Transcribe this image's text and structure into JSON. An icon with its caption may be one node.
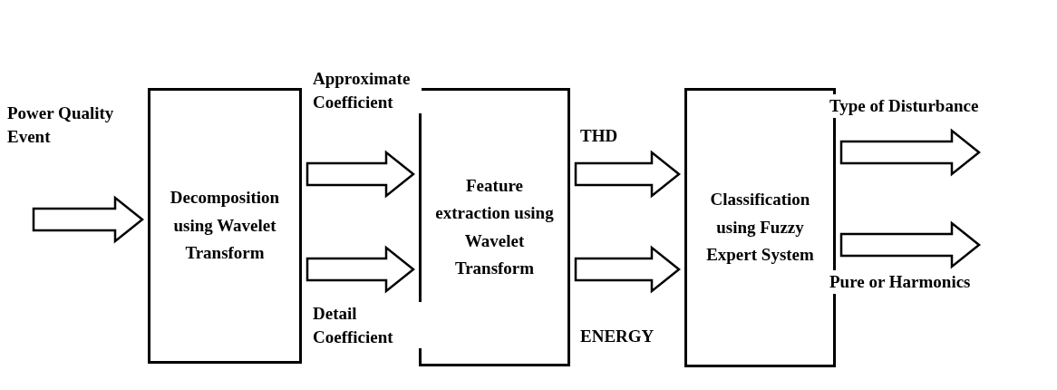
{
  "diagram": {
    "nodes": [
      {
        "text": [
          "Decomposition using Wavelet Transform"
        ]
      },
      {
        "text": [
          "Feature extraction using Wavelet Transform"
        ]
      },
      {
        "text": [
          "Classification using Fuzzy Expert System"
        ]
      }
    ],
    "edges": [
      {
        "from": null,
        "to": 0,
        "arrow": "to",
        "label": "Power Quality Event"
      },
      {
        "from": 0,
        "to": 1,
        "arrow": "to",
        "label": "Approximate Coefficient"
      },
      {
        "from": 0,
        "to": 1,
        "arrow": "to",
        "label": "Detail Coefficient"
      },
      {
        "from": 1,
        "to": 2,
        "arrow": "to",
        "label": "THD"
      },
      {
        "from": 1,
        "to": 2,
        "arrow": "to",
        "label": "ENERGY"
      },
      {
        "from": 2,
        "to": null,
        "arrow": "to",
        "label": "Type of Disturbance"
      },
      {
        "from": 2,
        "to": null,
        "arrow": "to",
        "label": "Pure or Harmonics"
      }
    ]
  }
}
